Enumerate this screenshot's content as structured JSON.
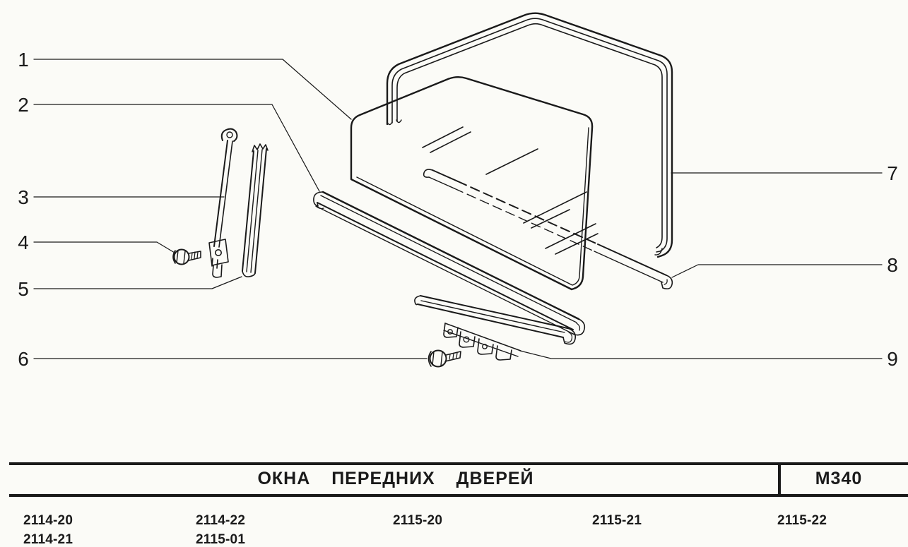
{
  "page": {
    "background": "#fbfbf7",
    "ink": "#1a1a1a"
  },
  "diagram": {
    "callouts": [
      {
        "id": 1,
        "label": "1"
      },
      {
        "id": 2,
        "label": "2"
      },
      {
        "id": 3,
        "label": "3"
      },
      {
        "id": 4,
        "label": "4"
      },
      {
        "id": 5,
        "label": "5"
      },
      {
        "id": 6,
        "label": "6"
      },
      {
        "id": 7,
        "label": "7"
      },
      {
        "id": 8,
        "label": "8"
      },
      {
        "id": 9,
        "label": "9"
      }
    ]
  },
  "footer": {
    "title": "ОКНА ПЕРЕДНИХ ДВЕРЕЙ",
    "code": "М340",
    "models_row1": [
      "2114-20",
      "2114-22",
      "2115-20",
      "2115-21",
      "2115-22"
    ],
    "models_row2": [
      "2114-21",
      "2115-01"
    ]
  }
}
